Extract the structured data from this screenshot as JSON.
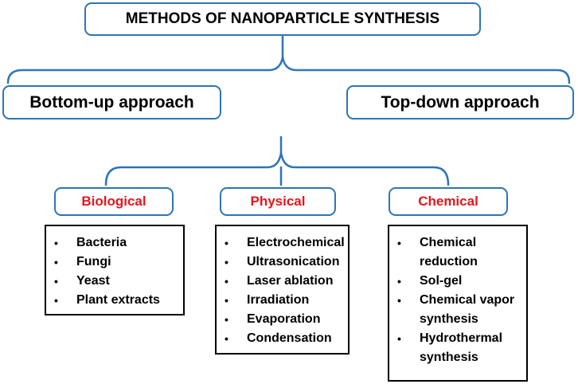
{
  "title": "METHODS OF NANOPARTICLE SYNTHESIS",
  "approaches": {
    "bottom_up": "Bottom-up approach",
    "top_down": "Top-down approach"
  },
  "categories": {
    "biological": {
      "label": "Biological",
      "items": [
        "Bacteria",
        "Fungi",
        "Yeast",
        "Plant extracts"
      ]
    },
    "physical": {
      "label": "Physical",
      "items": [
        "Electrochemical",
        "Ultrasonication",
        "Laser ablation",
        "Irradiation",
        "Evaporation",
        "Condensation"
      ]
    },
    "chemical": {
      "label": "Chemical",
      "items": [
        "Chemical reduction",
        "Sol-gel",
        "Chemical vapor synthesis",
        "Hydrothermal synthesis"
      ]
    }
  },
  "bullet_glyph": "•",
  "colors": {
    "box_border": "#2e75b6",
    "category_text": "#e8141c",
    "list_border": "#000000"
  }
}
